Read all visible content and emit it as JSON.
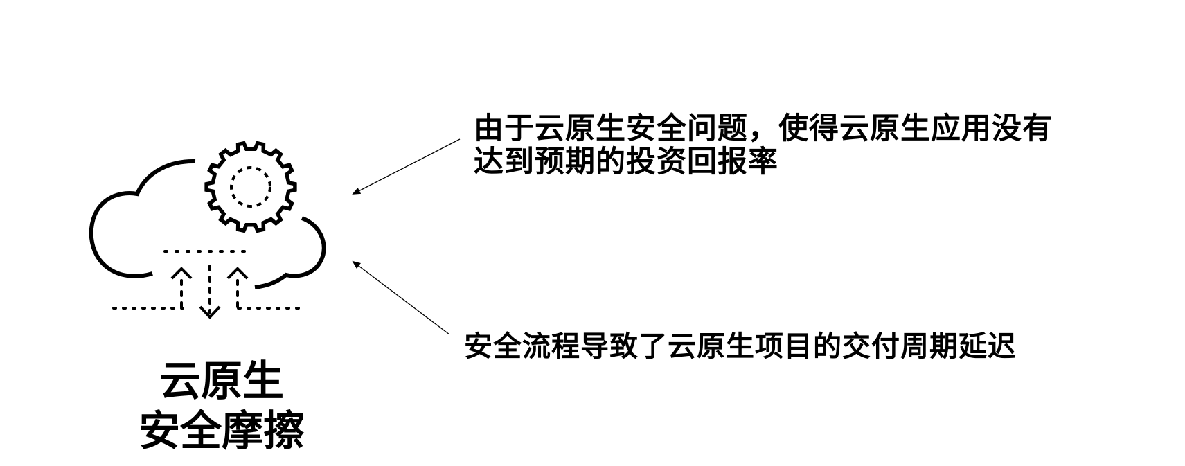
{
  "title": {
    "line1": "云原生",
    "line2": "安全摩擦"
  },
  "messages": [
    {
      "line1": "由于云原生安全问题，使得云原生应用没有",
      "line2": "达到预期的投资回报率"
    },
    {
      "line1": "安全流程导致了云原生项目的交付周期延迟"
    }
  ],
  "icons": {
    "main": "cloud-gear-icon",
    "arrows": "arrow-icon"
  },
  "colors": {
    "ink": "#000000",
    "background": "#ffffff"
  }
}
